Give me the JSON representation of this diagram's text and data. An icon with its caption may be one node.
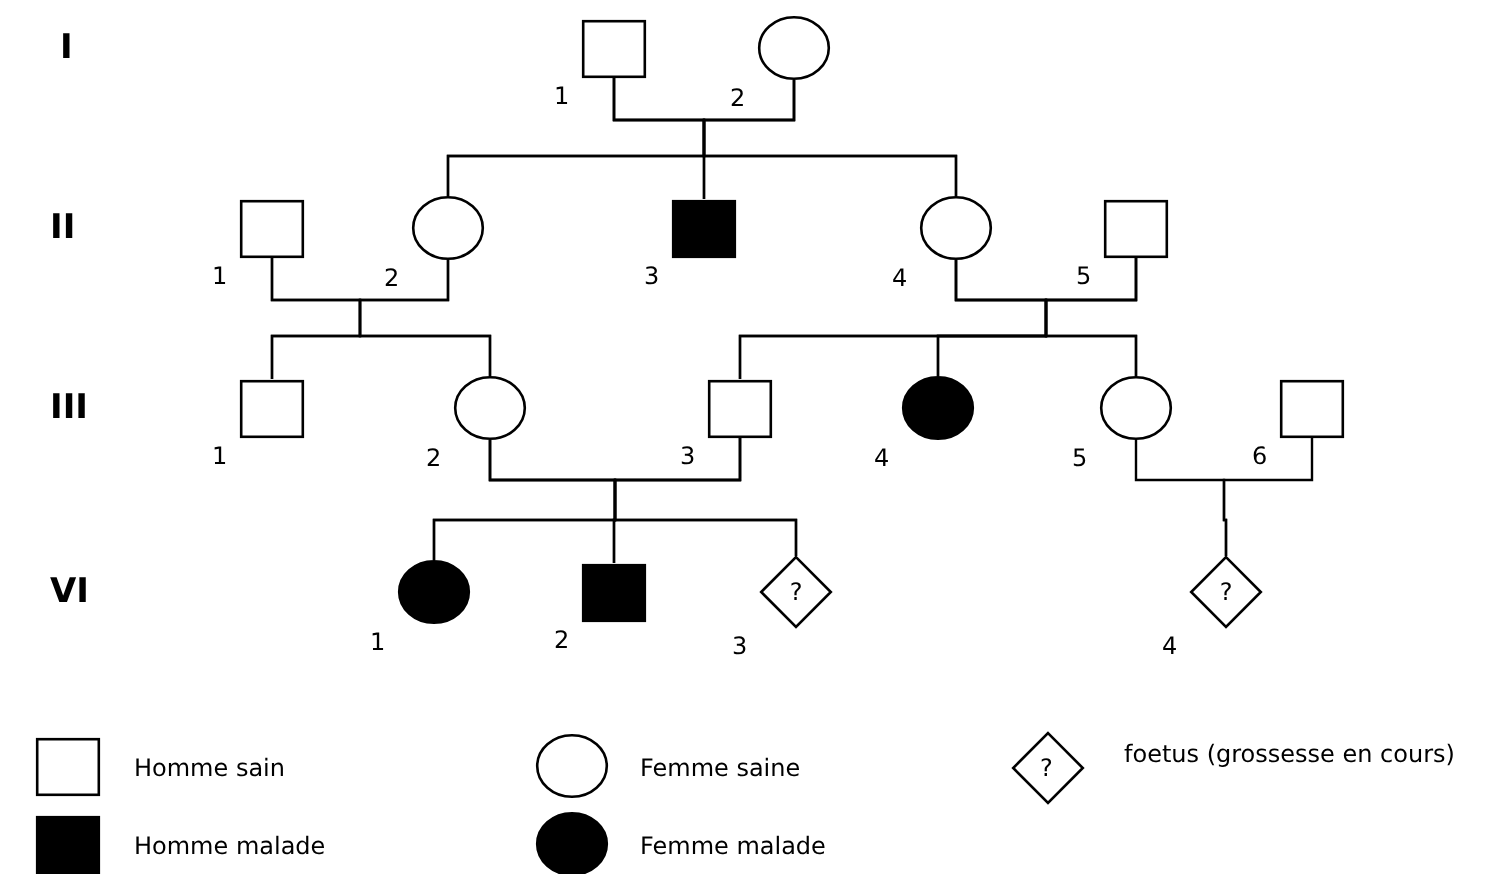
{
  "diagram": {
    "nodes": [
      {
        "text": [],
        "shape": "square",
        "beside": [
          "1"
        ]
      },
      {
        "text": [],
        "shape": "circle",
        "beside": [
          "2"
        ]
      },
      {
        "text": [],
        "shape": "square",
        "beside": [
          "1"
        ]
      },
      {
        "text": [],
        "shape": "circle",
        "beside": [
          "2"
        ]
      },
      {
        "text": [],
        "shape": "block",
        "beside": [
          "3"
        ]
      },
      {
        "text": [],
        "shape": "circle",
        "beside": [
          "4"
        ]
      },
      {
        "text": [],
        "shape": "square",
        "beside": [
          "5"
        ]
      },
      {
        "text": [],
        "shape": "square",
        "beside": [
          "1"
        ]
      },
      {
        "text": [],
        "shape": "circle",
        "beside": [
          "2"
        ]
      },
      {
        "text": [],
        "shape": "square",
        "beside": [
          "3"
        ]
      },
      {
        "text": [],
        "shape": "disc",
        "beside": [
          "4"
        ]
      },
      {
        "text": [],
        "shape": "circle",
        "beside": [
          "5"
        ]
      },
      {
        "text": [],
        "shape": "square",
        "beside": [
          "6"
        ]
      },
      {
        "text": [],
        "shape": "disc",
        "beside": [
          "1"
        ]
      },
      {
        "text": [],
        "shape": "block",
        "beside": [
          "2"
        ]
      },
      {
        "text": [
          "?"
        ],
        "beside": [
          "3"
        ]
      },
      {
        "text": [
          "?"
        ],
        "beside": [
          "4"
        ]
      }
    ],
    "edges": [
      {
        "from": 0,
        "to": 3,
        "arrow": "none"
      },
      {
        "from": 1,
        "to": 3,
        "arrow": "none"
      },
      {
        "from": 0,
        "to": 4,
        "arrow": "none"
      },
      {
        "from": 1,
        "to": 4,
        "arrow": "none"
      },
      {
        "from": 0,
        "to": 5,
        "arrow": "none"
      },
      {
        "from": 1,
        "to": 5,
        "arrow": "none"
      },
      {
        "from": 2,
        "to": 7,
        "arrow": "none"
      },
      {
        "from": 3,
        "to": 7,
        "arrow": "none"
      },
      {
        "from": 2,
        "to": 8,
        "arrow": "none"
      },
      {
        "from": 3,
        "to": 8,
        "arrow": "none"
      },
      {
        "from": 5,
        "to": 9,
        "arrow": "none"
      },
      {
        "from": 6,
        "to": 9,
        "arrow": "none"
      },
      {
        "from": 5,
        "to": 10,
        "arrow": "none"
      },
      {
        "from": 6,
        "to": 10,
        "arrow": "none"
      },
      {
        "from": 5,
        "to": 11,
        "arrow": "none"
      },
      {
        "from": 6,
        "to": 11,
        "arrow": "none"
      },
      {
        "from": 8,
        "to": 13,
        "arrow": "none"
      },
      {
        "from": 9,
        "to": 13,
        "arrow": "none"
      },
      {
        "from": 8,
        "to": 14,
        "arrow": "none"
      },
      {
        "from": 9,
        "to": 14,
        "arrow": "none"
      },
      {
        "from": 8,
        "to": 15,
        "arrow": "none"
      },
      {
        "from": 9,
        "to": 15,
        "arrow": "none"
      },
      {
        "from": 11,
        "to": 16,
        "arrow": "none"
      },
      {
        "from": 12,
        "to": 16,
        "arrow": "none"
      }
    ],
    "labels": [
      "I",
      "II",
      "III",
      "VI",
      "?"
    ],
    "legend": [
      {
        "text": "Homme sain"
      },
      {
        "text": "Femme saine"
      },
      {
        "text": "foetus (grossesse en cours)"
      },
      {
        "text": "Homme malade"
      },
      {
        "text": "Femme malade"
      }
    ]
  }
}
